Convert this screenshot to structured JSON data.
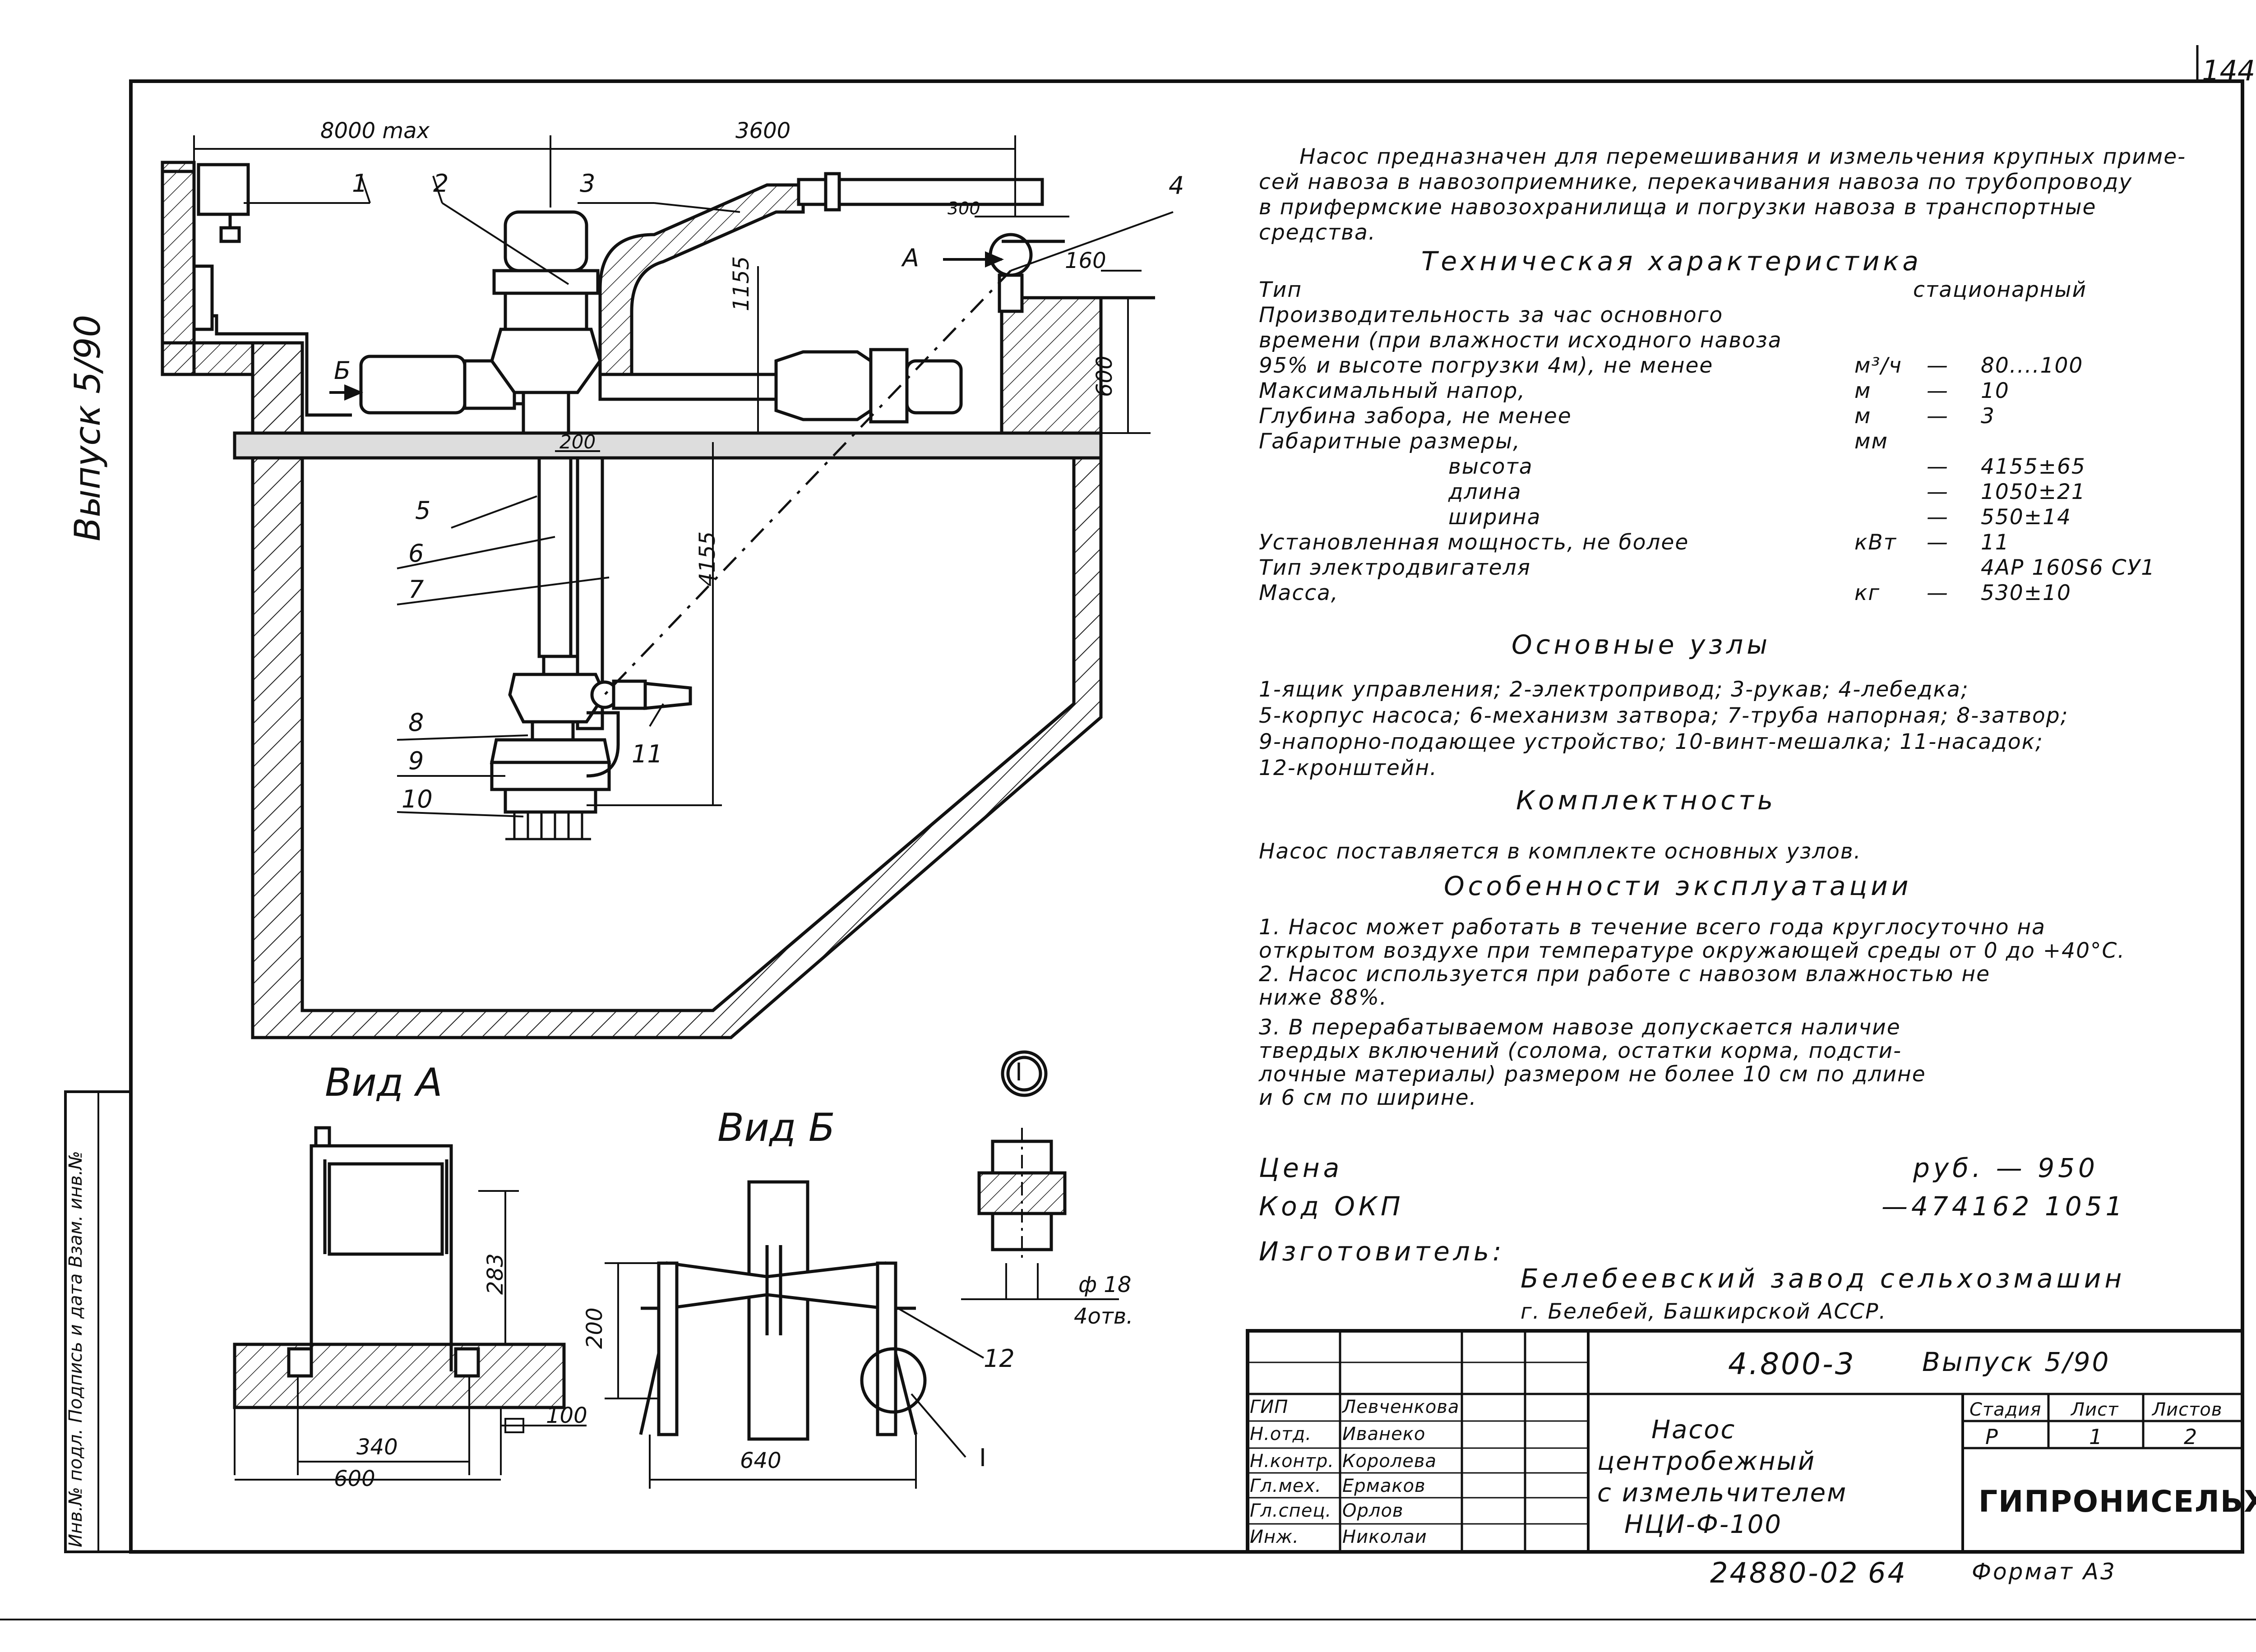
{
  "sheet": {
    "number": "144",
    "issue_vertical": "Выпуск  5/90",
    "stamp_vertical": "Инв.№ подл.  Подпись и дата  Взам. инв.№"
  },
  "description": {
    "intro": [
      "Насос предназначен для перемешивания и измельчения крупных приме-",
      "сей навоза в навозоприемнике, перекачивания навоза по трубопроводу",
      "в прифермские навозохранилища и погрузки навоза в транспортные",
      "средства."
    ],
    "tech_heading": "Техническая  характеристика",
    "specs": [
      {
        "name": "Тип",
        "unit": "",
        "dash": "",
        "value": "стационарный"
      },
      {
        "name": "Производительность за час  основного",
        "unit": "",
        "dash": "",
        "value": ""
      },
      {
        "name": "времени (при влажности  исходного навоза",
        "unit": "",
        "dash": "",
        "value": ""
      },
      {
        "name": "95% и высоте  погрузки 4м), не менее",
        "unit": "м³/ч",
        "dash": "—",
        "value": "80....100"
      },
      {
        "name": "Максимальный  напор,",
        "unit": "м",
        "dash": "—",
        "value": "10"
      },
      {
        "name": "Глубина забора,  не  менее",
        "unit": "м",
        "dash": "—",
        "value": "3"
      },
      {
        "name": "Габаритные  размеры,",
        "unit": "мм",
        "dash": "",
        "value": ""
      },
      {
        "name": "высота",
        "unit": "",
        "dash": "—",
        "value": "4155±65",
        "indent": true
      },
      {
        "name": "длина",
        "unit": "",
        "dash": "—",
        "value": "1050±21",
        "indent": true
      },
      {
        "name": "ширина",
        "unit": "",
        "dash": "—",
        "value": "550±14",
        "indent": true
      },
      {
        "name": "Установленная  мощность, не более",
        "unit": "кВт",
        "dash": "—",
        "value": "11"
      },
      {
        "name": "Тип  электродвигателя",
        "unit": "",
        "dash": "",
        "value": "4АР 160S6 СУ1"
      },
      {
        "name": "Масса,",
        "unit": "кг",
        "dash": "—",
        "value": "530±10"
      }
    ],
    "units_heading": "Основные  узлы",
    "units": [
      "1-ящик управления; 2-электропривод; 3-рукав; 4-лебедка;",
      "5-корпус насоса; 6-механизм затвора; 7-труба напорная; 8-затвор;",
      "9-напорно-подающее  устройство; 10-винт-мешалка; 11-насадок;",
      "12-кронштейн."
    ],
    "set_heading": "Комплектность",
    "set_text": "Насос  поставляется  в комплекте  основных узлов.",
    "ops_heading": "Особенности  эксплуатации",
    "ops": [
      "1. Насос может работать  в течение всего года круглосуточно на",
      "открытом воздухе при температуре окружающей среды от 0 до +40°С.",
      "2. Насос используется  при работе с навозом влажностью не",
      "ниже  88%.",
      "3. В перерабатываемом  навозе допускается наличие",
      "твердых включений (солома, остатки корма, подсти-",
      "лочные материалы) размером не более 10 см  по длине",
      "и 6 см  по ширине."
    ],
    "price_label": "Цена",
    "price_value": "руб.  —  950",
    "okp_label": "Код  ОКП",
    "okp_value": "—474162 1051",
    "maker_label": "Изготовитель:",
    "maker_name": "Белебеевский завод  сельхозмашин",
    "maker_city": "г. Белебей,  Башкирской АССР."
  },
  "drawing": {
    "dims": {
      "d8000": "8000 max",
      "d3600": "3600",
      "d300": "300",
      "d160": "160",
      "d1155": "1155",
      "d600r": "600",
      "d200": "200",
      "d4155": "4155",
      "b_label": "Б",
      "a_label": "А"
    },
    "callouts": [
      "1",
      "2",
      "3",
      "4",
      "5",
      "6",
      "7",
      "8",
      "9",
      "10",
      "11",
      "12"
    ],
    "view_a": {
      "title": "Вид  А",
      "d283": "283",
      "d340": "340",
      "d600": "600",
      "d100": "100"
    },
    "view_b": {
      "title": "Вид  Б",
      "d200": "200",
      "d640": "640"
    },
    "detail": {
      "mark": "I",
      "mark_b": "I",
      "hole": "ф 18",
      "holes": "4отв."
    }
  },
  "title_block": {
    "doc_code": "4.800-3",
    "issue": "Выпуск  5/90",
    "title_lines": [
      "Насос",
      "центробежный",
      "с измельчителем",
      "НЦИ-Ф-100"
    ],
    "stage_label": "Стадия",
    "sheet_label": "Лист",
    "sheets_label": "Листов",
    "stage": "Р",
    "sheet": "1",
    "sheets": "2",
    "org": "ГИПРОНИСЕЛЬХОЗ",
    "staff": [
      {
        "role": "ГИП",
        "name": "Левченкова"
      },
      {
        "role": "Н.отд.",
        "name": "Иванеко"
      },
      {
        "role": "Н.контр.",
        "name": "Королева"
      },
      {
        "role": "Гл.мех.",
        "name": "Ермаков"
      },
      {
        "role": "Гл.спец.",
        "name": "Орлов"
      },
      {
        "role": "Инж.",
        "name": "Николаи"
      }
    ],
    "footer_code": "24880-02",
    "footer_num": "64",
    "format": "Формат А3"
  }
}
